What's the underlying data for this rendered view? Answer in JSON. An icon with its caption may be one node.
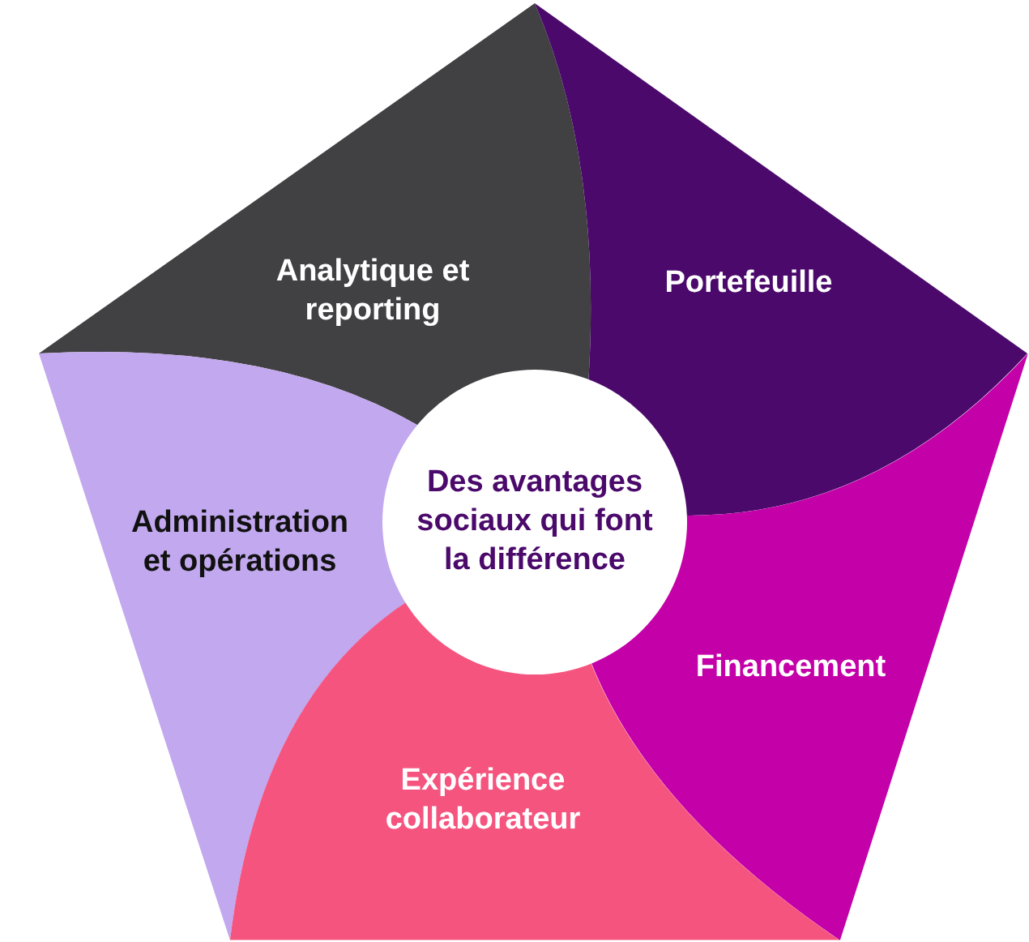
{
  "diagram": {
    "nodes": [
      {
        "text": [
          "Analytique et reporting"
        ]
      },
      {
        "text": [
          "Portefeuille"
        ]
      },
      {
        "text": [
          "Administration et opérations"
        ]
      },
      {
        "text": [
          "Des avantages sociaux qui font la différence"
        ]
      },
      {
        "text": [
          "Financement"
        ]
      },
      {
        "text": [
          "Expérience collaborateur"
        ]
      }
    ]
  }
}
